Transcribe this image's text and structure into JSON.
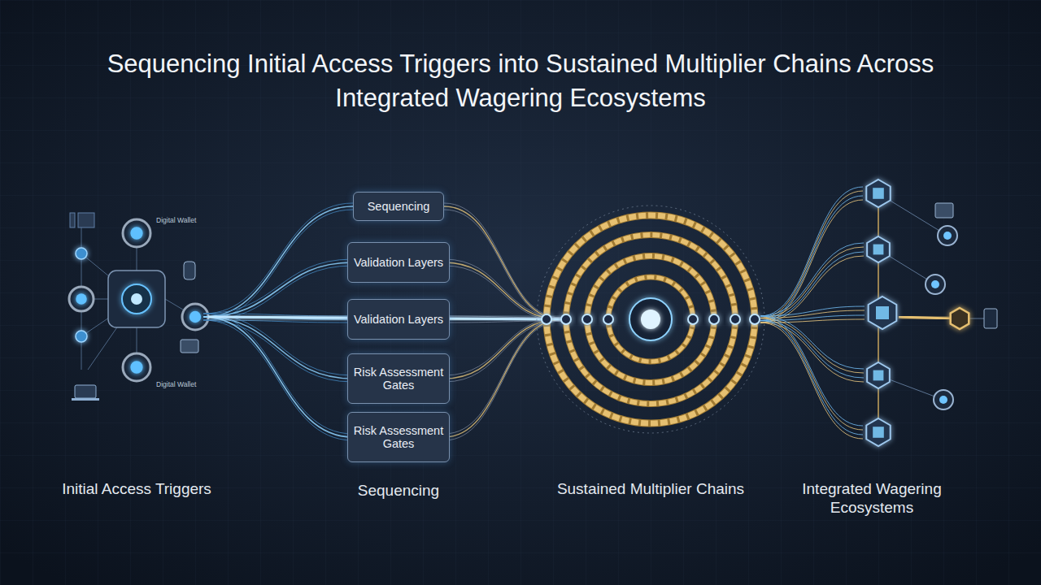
{
  "diagram": {
    "title": "Sequencing Initial Access Triggers into Sustained Multiplier Chains Across Integrated Wagering Ecosystems",
    "nodes": [
      {
        "text": [
          "Sequencing"
        ]
      },
      {
        "text": [
          "Validation Layers"
        ]
      },
      {
        "text": [
          "Validation Layers"
        ]
      },
      {
        "text": [
          "Risk Assessment Gates"
        ]
      },
      {
        "text": [
          "Risk Assessment Gates"
        ]
      }
    ],
    "labels": [
      "Initial Access Triggers",
      "Sequencing",
      "Sustained Multiplier Chains",
      "Integrated Wagering Ecosystems",
      "Digital Wallet",
      "Digital Wallet"
    ]
  }
}
